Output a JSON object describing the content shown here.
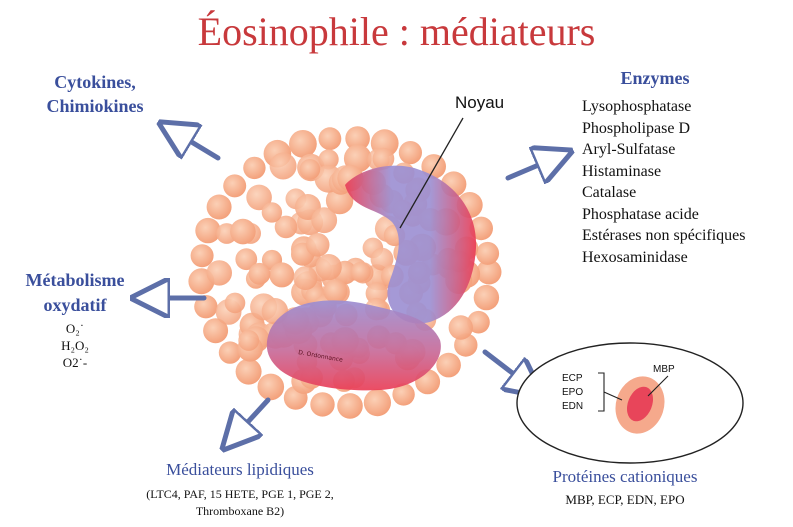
{
  "title": "Éosinophile : médiateurs",
  "cytokines": {
    "line1": "Cytokines,",
    "line2": "Chimiokines"
  },
  "enzymes": {
    "heading": "Enzymes",
    "items": [
      "Lysophosphatase",
      "Phospholipase D",
      "Aryl-Sulfatase",
      "Histaminase",
      "Catalase",
      "Phosphatase acide",
      "Estérases non spécifiques",
      "Hexosaminidase"
    ]
  },
  "noyau": "Noyau",
  "metabolisme": {
    "line1": "Métabolisme",
    "line2": "oxydatif",
    "items": [
      "O₂˙",
      "H₂O₂",
      "O2˙-"
    ]
  },
  "lipidiques": {
    "heading": "Médiateurs lipidiques",
    "line1": "(LTC4, PAF, 15 HETE, PGE 1, PGE 2,",
    "line2": "Thromboxane B2)"
  },
  "proteines": {
    "heading": "Protéines cationiques",
    "subtext": "MBP, ECP, EDN, EPO"
  },
  "granule": {
    "labels": [
      "ECP",
      "EPO",
      "EDN"
    ],
    "mbp": "MBP"
  },
  "nucleus_lobe_label": "D. Ordonnance",
  "colors": {
    "title": "#c8393c",
    "heading_blue": "#3a4f9c",
    "granule": "#f5a781",
    "nucleus_red": "#e8455a",
    "nucleus_blue": "#8f92d8",
    "arrow": "#5d6fa8"
  }
}
